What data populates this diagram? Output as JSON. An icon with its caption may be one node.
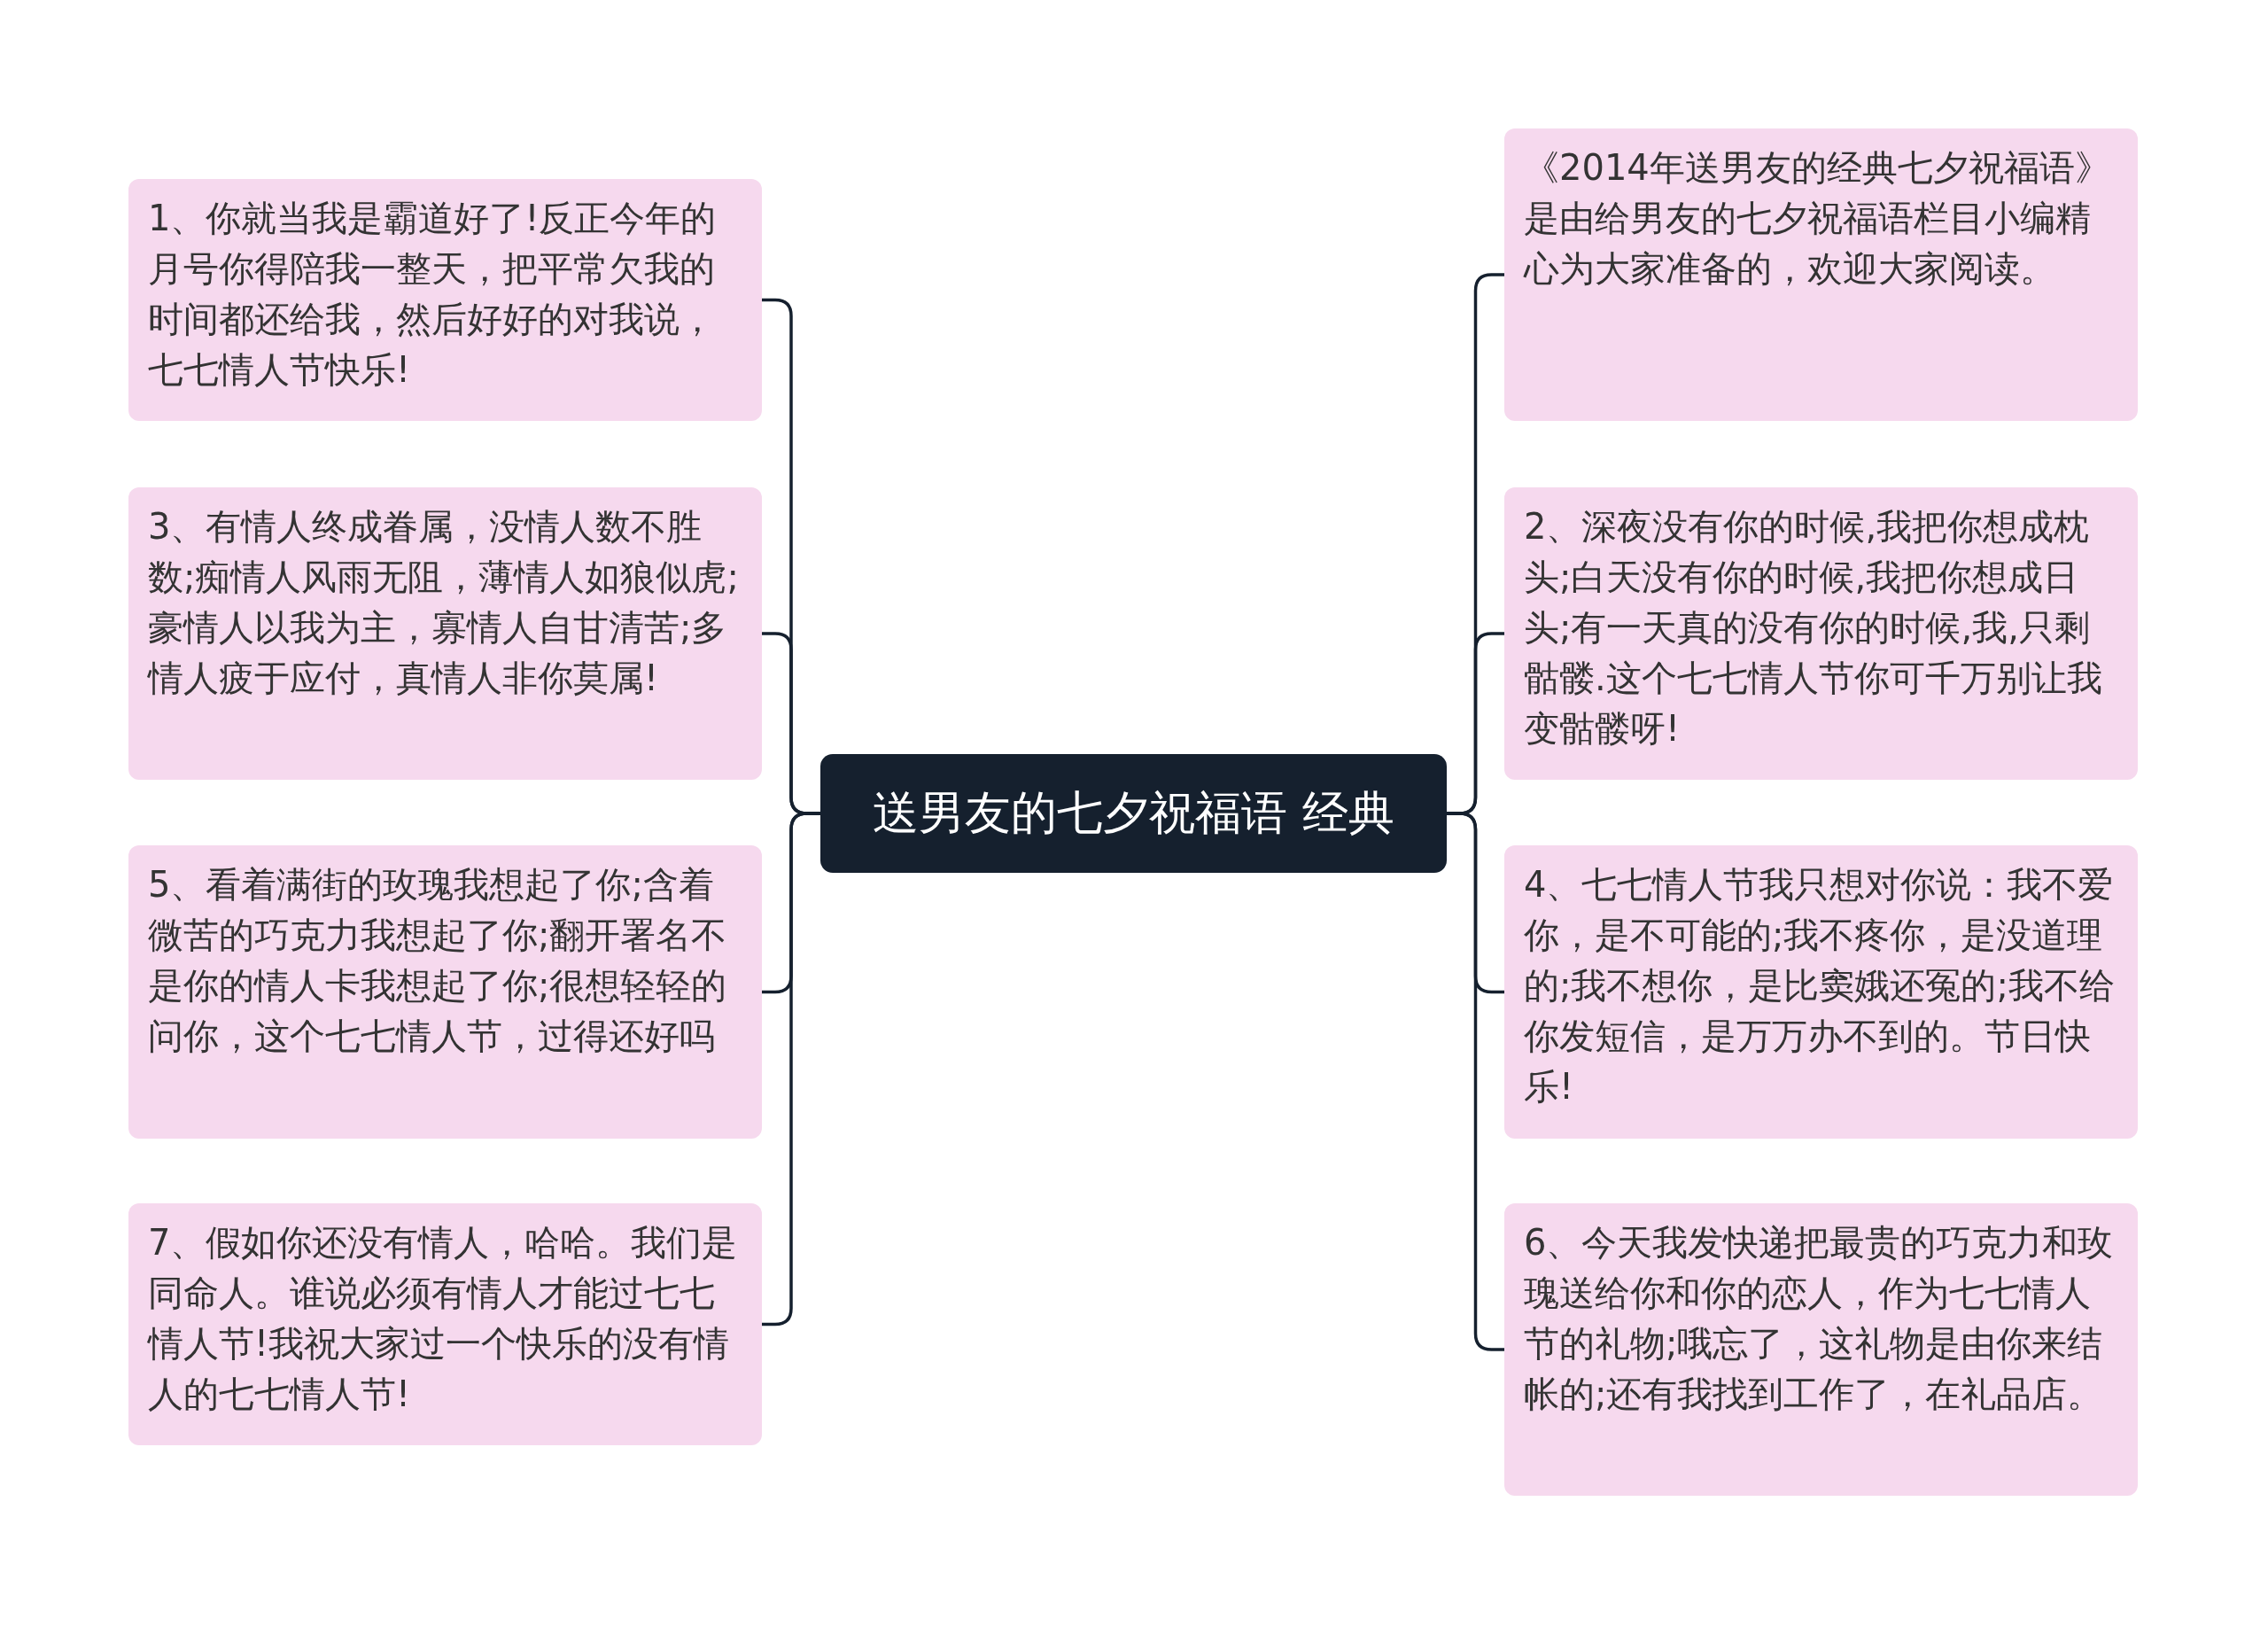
{
  "diagram": {
    "nodes": [
      {
        "text": [
          "送男友的七夕祝福语 经典"
        ]
      },
      {
        "text": [
          "1、你就当我是霸道好了!反正今年的月号你得陪我一整天，把平常欠我的时间都还给我，然后好好的对我说，七七情人节快乐!"
        ]
      },
      {
        "text": [
          "3、有情人终成眷属，没情人数不胜数;痴情人风雨无阻，薄情人如狼似虎;豪情人以我为主，寡情人自甘清苦;多情人疲于应付，真情人非你莫属!"
        ]
      },
      {
        "text": [
          "5、看着满街的玫瑰我想起了你;含着微苦的巧克力我想起了你;翻开署名不是你的情人卡我想起了你;很想轻轻的问你，这个七七情人节，过得还好吗"
        ]
      },
      {
        "text": [
          "7、假如你还没有情人，哈哈。我们是同命人。谁说必须有情人才能过七七情人节!我祝大家过一个快乐的没有情人的七七情人节!"
        ]
      },
      {
        "text": [
          "《2014年送男友的经典七夕祝福语》是由给男友的七夕祝福语栏目小编精心为大家准备的，欢迎大家阅读。"
        ]
      },
      {
        "text": [
          "2、深夜没有你的时候,我把你想成枕头;白天没有你的时候,我把你想成日头;有一天真的没有你的时候,我,只剩骷髅.这个七七情人节你可千万别让我变骷髅呀!"
        ]
      },
      {
        "text": [
          "4、七七情人节我只想对你说：我不爱你，是不可能的;我不疼你，是没道理的;我不想你，是比窦娥还冤的;我不给你发短信，是万万办不到的。节日快乐!"
        ]
      },
      {
        "text": [
          "6、今天我发快递把最贵的巧克力和玫瑰送给你和你的恋人，作为七七情人节的礼物;哦忘了，这礼物是由你来结帐的;还有我找到工作了，在礼品店。"
        ]
      }
    ],
    "edges": [
      {
        "from": 0,
        "to": 1,
        "arrow": "none"
      },
      {
        "from": 0,
        "to": 2,
        "arrow": "none"
      },
      {
        "from": 0,
        "to": 3,
        "arrow": "none"
      },
      {
        "from": 0,
        "to": 4,
        "arrow": "none"
      },
      {
        "from": 0,
        "to": 5,
        "arrow": "none"
      },
      {
        "from": 0,
        "to": 6,
        "arrow": "none"
      },
      {
        "from": 0,
        "to": 7,
        "arrow": "none"
      },
      {
        "from": 0,
        "to": 8,
        "arrow": "none"
      }
    ]
  }
}
